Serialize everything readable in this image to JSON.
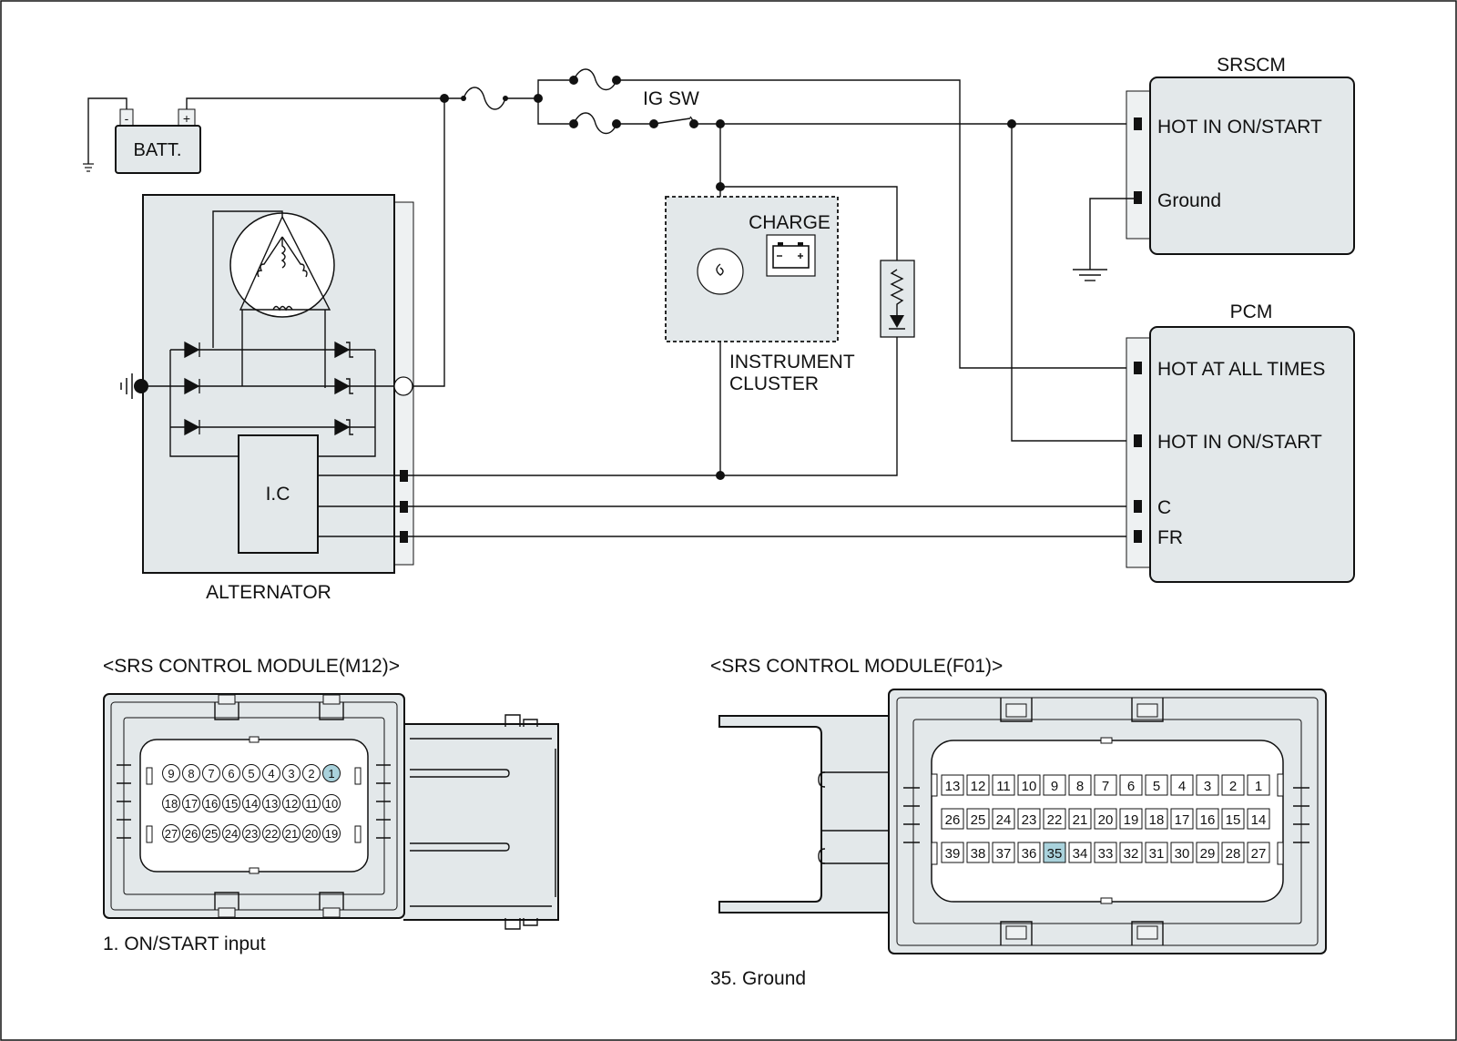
{
  "components": {
    "battery": {
      "label": "BATT.",
      "neg_symbol": "-",
      "pos_symbol": "+"
    },
    "alternator": {
      "label": "ALTERNATOR",
      "ic_label": "I.C"
    },
    "ig_switch": {
      "label": "IG SW"
    },
    "instrument_cluster": {
      "line1": "INSTRUMENT",
      "line2": "CLUSTER",
      "charge_label": "CHARGE"
    },
    "srscm": {
      "title": "SRSCM",
      "pins": [
        "HOT IN ON/START",
        "Ground"
      ]
    },
    "pcm": {
      "title": "PCM",
      "pins": [
        "HOT AT ALL TIMES",
        "HOT IN ON/START",
        "C",
        "FR"
      ]
    }
  },
  "connectors": {
    "m12": {
      "title": "<SRS CONTROL MODULE(M12)>",
      "rows": [
        [
          "9",
          "8",
          "7",
          "6",
          "5",
          "4",
          "3",
          "2",
          "1"
        ],
        [
          "18",
          "17",
          "16",
          "15",
          "14",
          "13",
          "12",
          "11",
          "10"
        ],
        [
          "27",
          "26",
          "25",
          "24",
          "23",
          "22",
          "21",
          "20",
          "19"
        ]
      ],
      "highlight": "1",
      "note": "1. ON/START input"
    },
    "f01": {
      "title": "<SRS CONTROL MODULE(F01)>",
      "rows": [
        [
          "13",
          "12",
          "11",
          "10",
          "9",
          "8",
          "7",
          "6",
          "5",
          "4",
          "3",
          "2",
          "1"
        ],
        [
          "26",
          "25",
          "24",
          "23",
          "22",
          "21",
          "20",
          "19",
          "18",
          "17",
          "16",
          "15",
          "14"
        ],
        [
          "39",
          "38",
          "37",
          "36",
          "35",
          "34",
          "33",
          "32",
          "31",
          "30",
          "29",
          "28",
          "27"
        ]
      ],
      "highlight": "35",
      "note": "35. Ground"
    }
  },
  "colors": {
    "module_fill": "#e3e8ea",
    "pin_highlight": "#a9d2dc",
    "line": "#111111"
  }
}
